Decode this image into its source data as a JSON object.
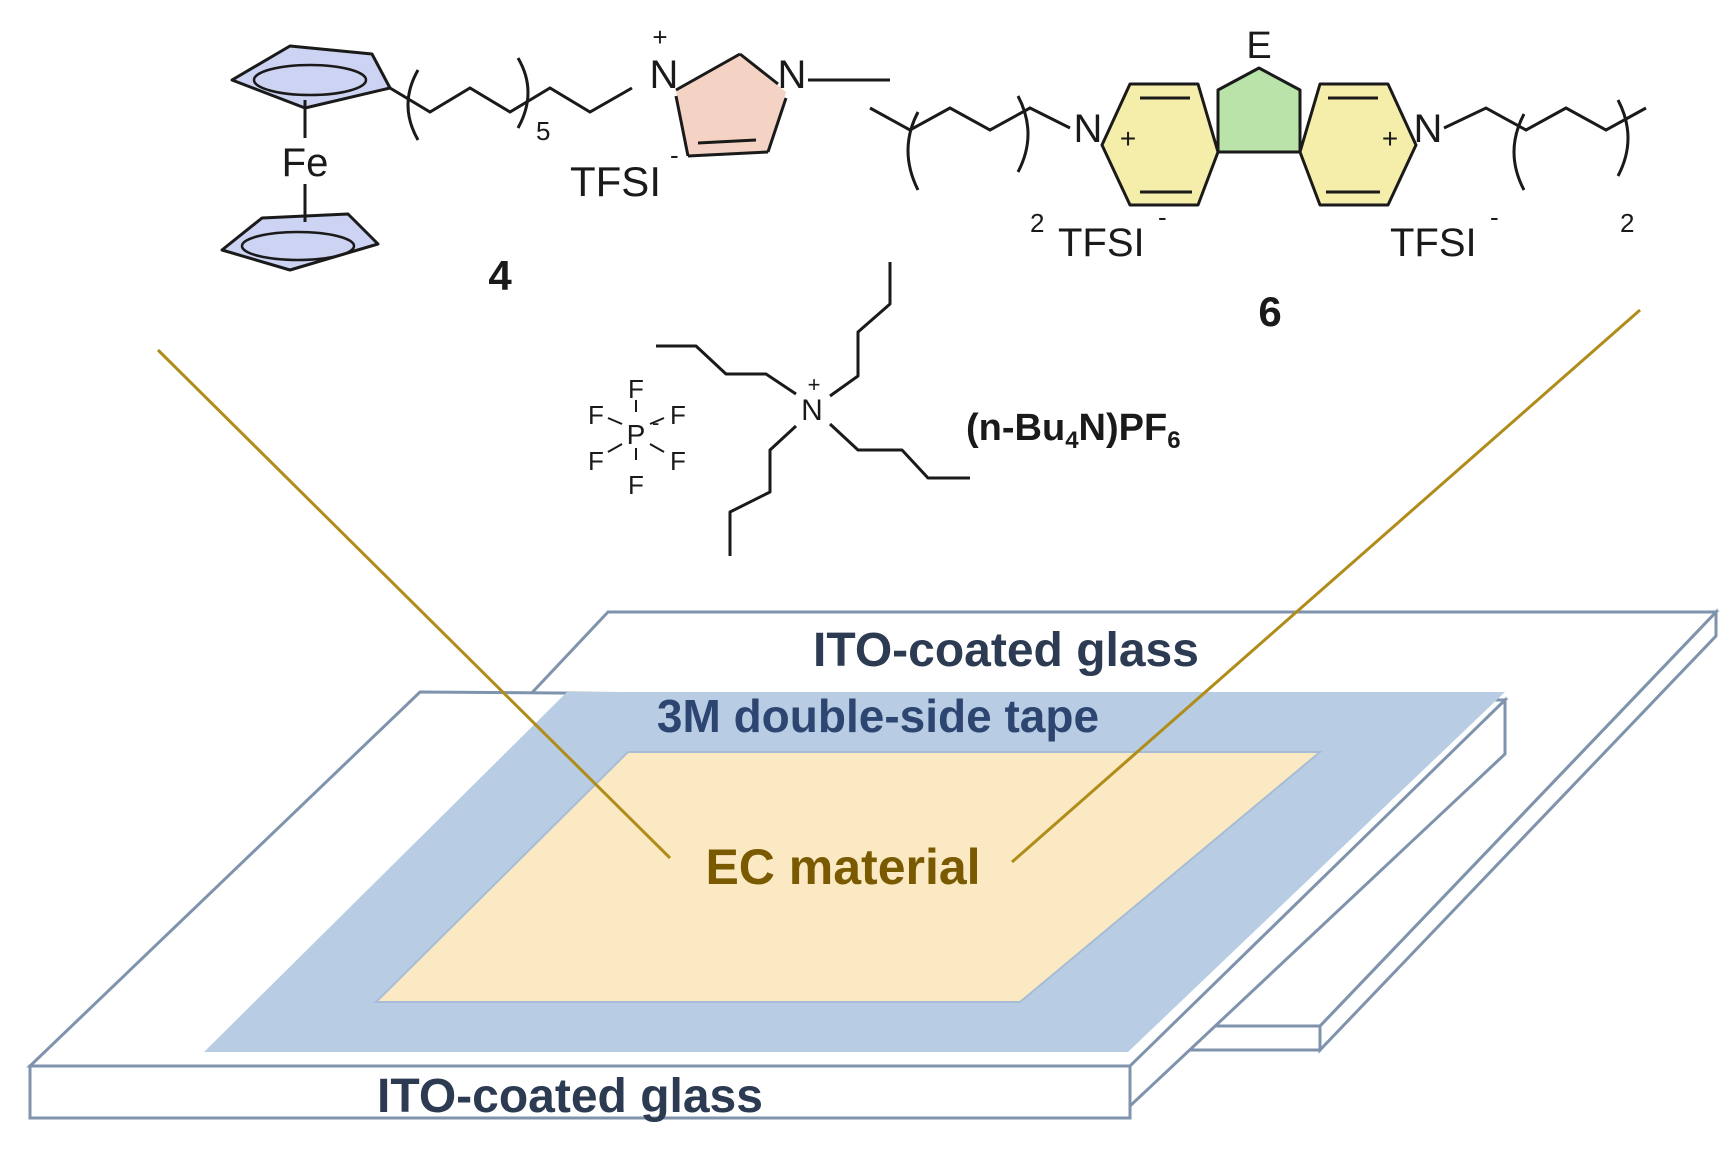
{
  "colors": {
    "background": "#ffffff",
    "bond": "#1a1a1a",
    "leader_line": "#b08d1a",
    "ec_text": "#7a5a00",
    "glass_edge": "#7f93ad",
    "glass_text": "#2c3a52",
    "tape_fill": "#b8cde3",
    "tape_text": "#2d4571",
    "ec_fill": "#fbe9c3",
    "cp_fill": "#cdd3f2",
    "imidazolium_fill": "#f5d3c4",
    "pyridinium_fill": "#f5eeaa",
    "central_ring_fill": "#b9e3a8"
  },
  "molecules": {
    "ferrocene_imidazolium": {
      "number": "4",
      "iron": "Fe",
      "repeat": "5",
      "n_plus": "N",
      "plus": "+",
      "n_methyl": "N",
      "counterion": "TFSI",
      "minus": "-"
    },
    "bipyridinium": {
      "number": "6",
      "heteroatom": "E",
      "n_left": "N",
      "n_right": "N",
      "plus": "+",
      "repeat_left": "2",
      "repeat_right": "2",
      "counterion_left": "TFSI",
      "counterion_right": "TFSI",
      "minus": "-"
    },
    "electrolyte": {
      "label_prefix": "(n-Bu",
      "label_sub1": "4",
      "label_mid": "N)PF",
      "label_sub2": "6",
      "nitrogen": "N",
      "plus": "+",
      "phosphorus": "P",
      "minus": "-",
      "fluorine": "F"
    }
  },
  "device": {
    "top_glass_label": "ITO-coated glass",
    "tape_label": "3M double-side tape",
    "ec_label": "EC material",
    "bottom_glass_label": "ITO-coated glass"
  }
}
